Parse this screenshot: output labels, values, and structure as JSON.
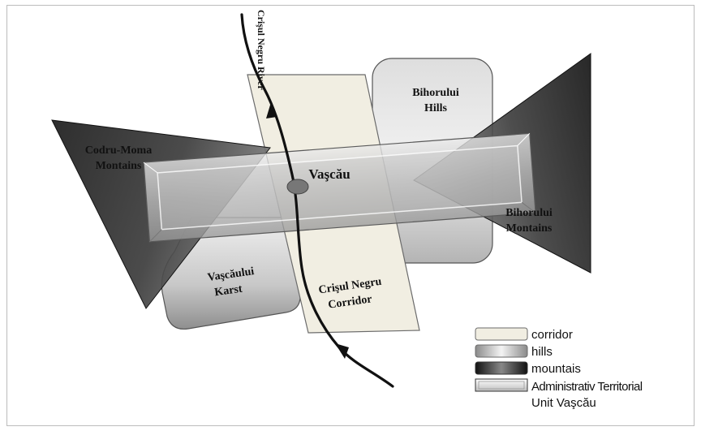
{
  "labels": {
    "river": "Crişul Negru River",
    "codru_line1": "Codru-Moma",
    "codru_line2": "Montains",
    "bihor_hills_line1": "Bihorului",
    "bihor_hills_line2": "Hills",
    "vascau": "Vaşcău",
    "bihor_mts_line1": "Bihorului",
    "bihor_mts_line2": "Montains",
    "karst_line1": "Vaşcăului",
    "karst_line2": "Karst",
    "corridor_line1": "Crişul Negru",
    "corridor_line2": "Corridor"
  },
  "legend": {
    "corridor": "corridor",
    "hills": "hills",
    "mountains": "mountais",
    "admin_line1": "Administrativ Territorial",
    "admin_line2": "Unit Vaşcău"
  },
  "colors": {
    "corridor_fill": "#f1eee2",
    "river": "#111111",
    "mountain_dark": "#2a2a2a",
    "hills_light": "#e6e6e6",
    "admin_fill": "#cfcfcf",
    "town_dot": "#777777"
  }
}
